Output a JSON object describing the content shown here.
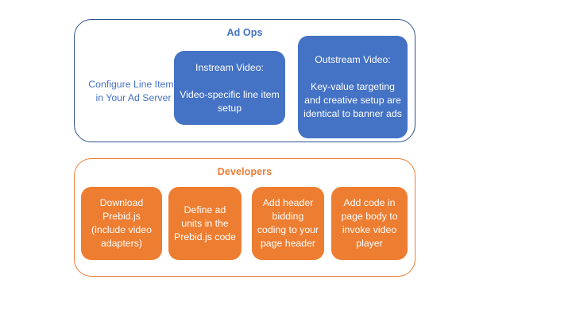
{
  "diagram": {
    "groups": [
      {
        "id": "ad-ops",
        "title": "Ad Ops",
        "accent_color": "#4472C4",
        "border_color": "#2F528F",
        "plain_text": "Configure Line Items in Your Ad Server",
        "boxes": [
          {
            "id": "instream-video",
            "heading": "Instream Video:",
            "body": "Video-specific line item setup",
            "fill_color": "#4472C4",
            "text_color": "#FFFFFF"
          },
          {
            "id": "outstream-video",
            "heading": "Outstream Video:",
            "body": "Key-value targeting and creative setup are identical to banner ads",
            "fill_color": "#4472C4",
            "text_color": "#FFFFFF"
          }
        ]
      },
      {
        "id": "developers",
        "title": "Developers",
        "accent_color": "#ED7D31",
        "border_color": "#ED7D31",
        "boxes": [
          {
            "id": "download-prebid",
            "body": "Download Prebid.js (include video adapters)",
            "fill_color": "#ED7D31",
            "text_color": "#FFFFFF"
          },
          {
            "id": "define-ad-units",
            "body": "Define ad units in the Prebid.js code",
            "fill_color": "#ED7D31",
            "text_color": "#FFFFFF"
          },
          {
            "id": "add-header-bidding-code",
            "body": "Add header bidding coding to your page header",
            "fill_color": "#ED7D31",
            "text_color": "#FFFFFF"
          },
          {
            "id": "add-page-body-code",
            "body": "Add code in page body to invoke video player",
            "fill_color": "#ED7D31",
            "text_color": "#FFFFFF"
          }
        ]
      }
    ]
  }
}
